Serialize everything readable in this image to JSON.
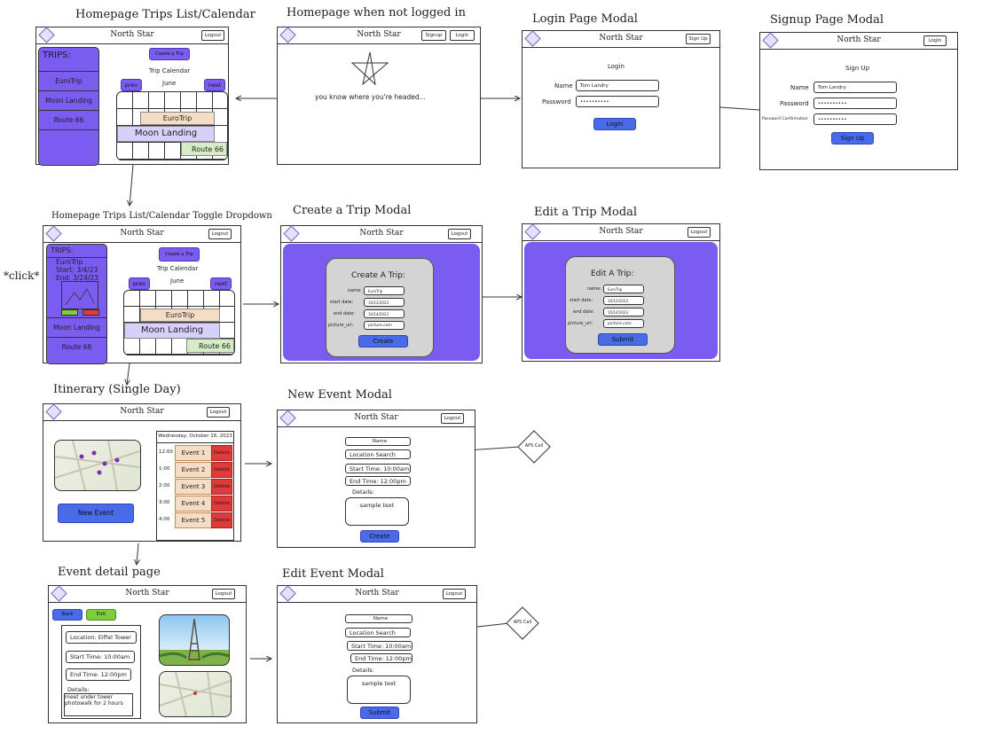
{
  "titles": {
    "t1": "Homepage Trips List/Calendar",
    "t2": "Homepage when not logged in",
    "t3": "Login Page Modal",
    "t4": "Signup Page Modal",
    "t5": "Homepage Trips List/Calendar Toggle Dropdown",
    "t6": "Create a Trip Modal",
    "t7": "Edit a Trip Modal",
    "t8": "Itinerary (Single Day)",
    "t9": "New Event Modal",
    "t10": "Event detail page",
    "t11": "Edit Event Modal"
  },
  "brand": "North Star",
  "logout": "Logout",
  "signup_btn": "Signup",
  "signup_btn2": "Sign Up",
  "login_btn": "Login",
  "click_note": "*click*",
  "home": {
    "trips_header": "TRIPS:",
    "trips": [
      "EuroTrip",
      "Moon Landing",
      "Route 66"
    ],
    "create_trip": "Create a Trip",
    "calendar_title": "Trip Calendar",
    "month": "June",
    "prev": "prev",
    "next": "next"
  },
  "dropdown": {
    "start": "Start: 3/4/23",
    "end": "End: 3/24/23"
  },
  "landing": {
    "tagline": "you know where you're headed..."
  },
  "login": {
    "title": "Login",
    "name_label": "Name",
    "name_value": "Tom Landry",
    "password_label": "Password",
    "password_value": "••••••••••",
    "submit": "Login"
  },
  "signup": {
    "title": "Sign Up",
    "name_label": "Name",
    "name_value": "Tom Landry",
    "password_label": "Password",
    "password_value": "••••••••••",
    "confirm_label": "Password Confirmation",
    "confirm_value": "••••••••••",
    "submit": "Sign Up"
  },
  "create_trip_modal": {
    "title": "Create A Trip:",
    "labels": [
      "name:",
      "start date:",
      "end date:",
      "picture_url:"
    ],
    "values": [
      "EuroTrip",
      "10/12/2023",
      "10/14/2023",
      "picture.com"
    ],
    "submit": "Create"
  },
  "edit_trip_modal": {
    "title": "Edit A Trip:",
    "labels": [
      "name:",
      "start date:",
      "end date:",
      "picture_url:"
    ],
    "values": [
      "EuroTrip",
      "10/12/2023",
      "10/14/2023",
      "picture.com"
    ],
    "submit": "Submit"
  },
  "itinerary": {
    "date": "Wednesday, October 16, 2023",
    "times": [
      "12:00",
      "1:00",
      "2:00",
      "3:00",
      "4:00"
    ],
    "events": [
      "Event 1",
      "Event 2",
      "Event 3",
      "Event 4",
      "Event 5"
    ],
    "delete": "Delete",
    "new_event": "New Event"
  },
  "new_event_modal": {
    "name": "Name",
    "location": "Location Search",
    "start": "Start Time: 10:00am",
    "end": "End Time: 12:00pm",
    "details": "Details:",
    "sample": "sample text",
    "submit": "Create",
    "api": "APS Call"
  },
  "edit_event_modal": {
    "name": "Name",
    "location": "Location Search",
    "start": "Start Time: 10:00am",
    "end": "End Time: 12:00pm",
    "details": "Details:",
    "sample": "sample text",
    "submit": "Submit",
    "api": "APS Call"
  },
  "event_detail": {
    "back": "Back",
    "edit": "Edit",
    "location": "Location: Eiffel Tower",
    "start": "Start Time: 10:00am",
    "end": "End Time: 12:00pm",
    "details": "Details:",
    "details_text": "meet under tower photowalk for 2 hours"
  },
  "colors": {
    "purple": "#7b5cf0",
    "blue": "#4a6be8",
    "green": "#7ccf3a",
    "red": "#e03b3b",
    "event": "#f5dcc5"
  }
}
